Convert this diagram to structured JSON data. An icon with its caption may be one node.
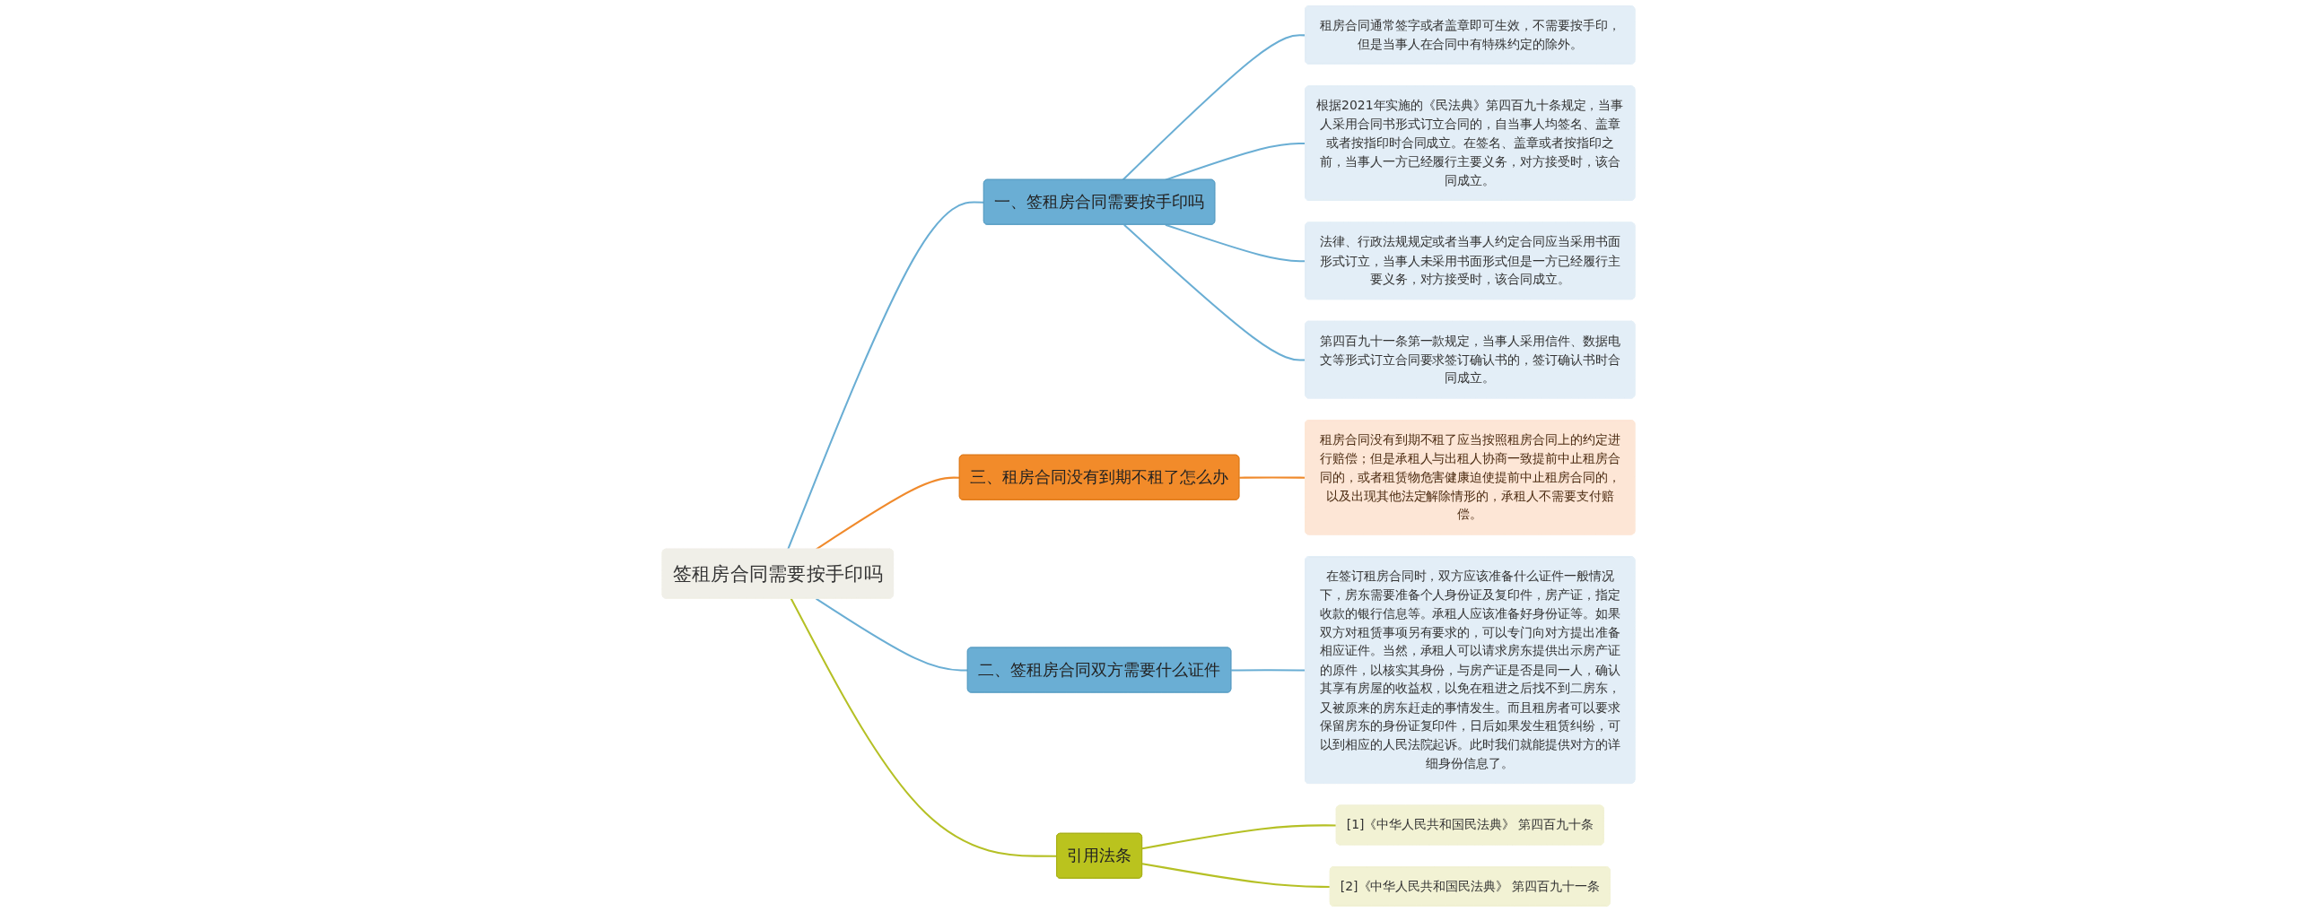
{
  "diagram": {
    "nodes": [
      {
        "text": [
          "签租房合同需要按手印吗"
        ]
      },
      {
        "text": [
          "一、签租房合同需要按手印吗"
        ]
      },
      {
        "text": [
          "租房合同通常签字或者盖章即可生效，不需要按手印，但是当事人在合同中有特殊约定的除外。"
        ]
      },
      {
        "text": [
          "根据2021年实施的《民法典》第四百九十条规定，当事人采用合同书形式订立合同的，自当事人均签名、盖章或者按指印时合同成立。在签名、盖章或者按指印之前，当事人一方已经履行主要义务，对方接受时，该合同成立。"
        ]
      },
      {
        "text": [
          "法律、行政法规规定或者当事人约定合同应当采用书面形式订立，当事人未采用书面形式但是一方已经履行主要义务，对方接受时，该合同成立。"
        ]
      },
      {
        "text": [
          "第四百九十一条第一款规定，当事人采用信件、数据电文等形式订立合同要求签订确认书的，签订确认书时合同成立。"
        ]
      },
      {
        "text": [
          "三、租房合同没有到期不租了怎么办"
        ]
      },
      {
        "text": [
          "租房合同没有到期不租了应当按照租房合同上的约定进行赔偿；但是承租人与出租人协商一致提前中止租房合同的，或者租赁物危害健康迫使提前中止租房合同的，以及出现其他法定解除情形的，承租人不需要支付赔偿。"
        ]
      },
      {
        "text": [
          "二、签租房合同双方需要什么证件"
        ]
      },
      {
        "text": [
          "在签订租房合同时，双方应该准备什么证件一般情况下，房东需要准备个人身份证及复印件，房产证，指定收款的银行信息等。承租人应该准备好身份证等。如果双方对租赁事项另有要求的，可以专门向对方提出准备相应证件。当然，承租人可以请求房东提供出示房产证的原件，以核实其身份，与房产证是否是同一人，确认其享有房屋的收益权，以免在租进之后找不到二房东，又被原来的房东赶走的事情发生。而且租房者可以要求保留房东的身份证复印件，日后如果发生租赁纠纷，可以到相应的人民法院起诉。此时我们就能提供对方的详细身份信息了。"
        ]
      },
      {
        "text": [
          "引用法条"
        ]
      },
      {
        "text": [
          "[1]《中华人民共和国民法典》 第四百九十条"
        ]
      },
      {
        "text": [
          "[2]《中华人民共和国民法典》 第四百九十一条"
        ]
      }
    ],
    "edges": [
      {
        "from": 0,
        "to": 1,
        "arrow": "none"
      },
      {
        "from": 1,
        "to": 2,
        "arrow": "none"
      },
      {
        "from": 1,
        "to": 3,
        "arrow": "none"
      },
      {
        "from": 1,
        "to": 4,
        "arrow": "none"
      },
      {
        "from": 1,
        "to": 5,
        "arrow": "none"
      },
      {
        "from": 0,
        "to": 6,
        "arrow": "none",
        "color": "#f08a2c"
      },
      {
        "from": 6,
        "to": 7,
        "arrow": "none",
        "color": "#f08a2c"
      },
      {
        "from": 0,
        "to": 8,
        "arrow": "none"
      },
      {
        "from": 8,
        "to": 9,
        "arrow": "none"
      },
      {
        "from": 0,
        "to": 10,
        "arrow": "none",
        "color": "#b5c025"
      },
      {
        "from": 10,
        "to": 11,
        "arrow": "none",
        "color": "#b5c025"
      },
      {
        "from": 10,
        "to": 12,
        "arrow": "none",
        "color": "#b5c025"
      }
    ]
  }
}
